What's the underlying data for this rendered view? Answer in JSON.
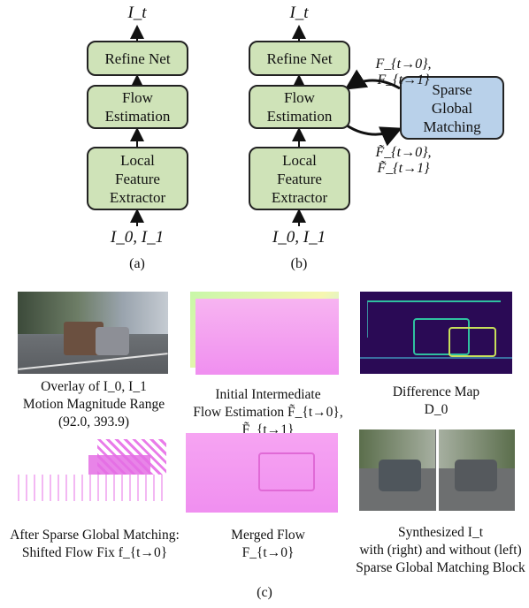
{
  "diagram_a": {
    "output": "I_t",
    "refine": "Refine Net",
    "flow": "Flow\nEstimation",
    "local": "Local\nFeature\nExtractor",
    "input": "I_0, I_1",
    "caption": "(a)"
  },
  "diagram_b": {
    "output": "I_t",
    "refine": "Refine Net",
    "flow": "Flow\nEstimation",
    "local": "Local\nFeature\nExtractor",
    "sparse": "Sparse\nGlobal\nMatching",
    "top_flows": "F_{t→0}, F_{t→1}",
    "bottom_flows": "F̃_{t→0}, F̃_{t→1}",
    "input": "I_0, I_1",
    "caption": "(b)"
  },
  "panels": [
    {
      "caption": "Overlay of I_0, I_1\nMotion Magnitude Range\n(92.0, 393.9)"
    },
    {
      "caption": "Initial Intermediate\nFlow Estimation F̃_{t→0}, F̃_{t→1}"
    },
    {
      "caption": "Difference Map\nD_0"
    },
    {
      "caption": "After Sparse Global Matching:\nShifted Flow Fix f_{t→0}"
    },
    {
      "caption": "Merged Flow\nF_{t→0}"
    },
    {
      "caption": "Synthesized I_t\nwith (right) and without (left)\nSparse Global Matching Block"
    }
  ],
  "figure_caption": "(c)",
  "colors": {
    "module_green": "#cfe3b8",
    "module_blue": "#b9d1ea",
    "flow_magenta": "#f08ff0",
    "diff_dark": "#2a0a55",
    "diff_accent": "#2fc0a0"
  }
}
